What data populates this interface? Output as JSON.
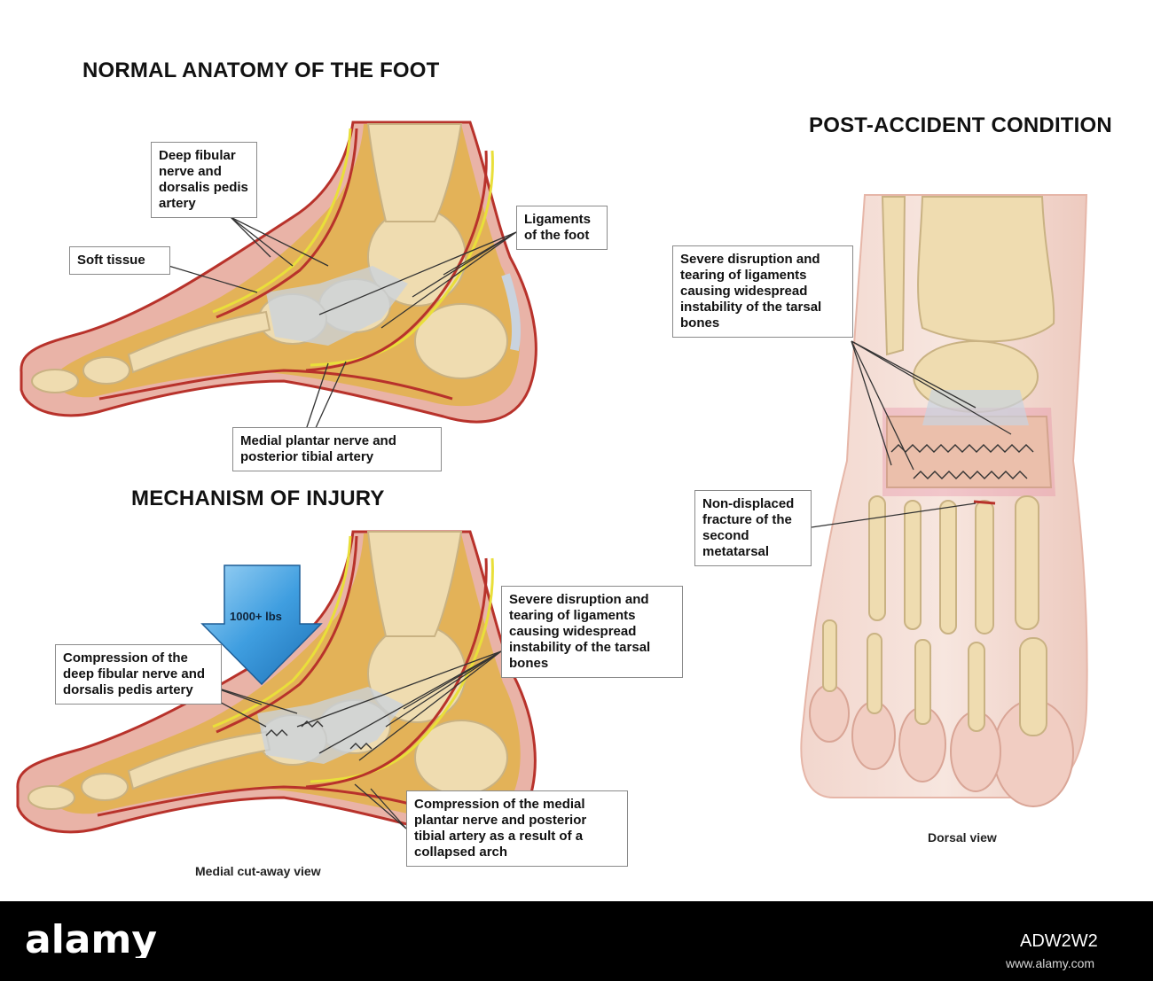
{
  "headings": {
    "normal": "NORMAL ANATOMY OF THE FOOT",
    "mechanism": "MECHANISM OF INJURY",
    "post": "POST-ACCIDENT CONDITION"
  },
  "normal_labels": {
    "deep_fibular": "Deep fibular nerve and dorsalis pedis artery",
    "soft_tissue": "Soft tissue",
    "ligaments": "Ligaments of the foot",
    "medial_plantar": "Medial plantar nerve and posterior tibial artery"
  },
  "mechanism_labels": {
    "force": "1000+ lbs",
    "compression_deep": "Compression of the deep fibular nerve and dorsalis pedis artery",
    "disruption": "Severe disruption and tearing of ligaments causing widespread instability of the tarsal bones",
    "compression_medial": "Compression of the medial plantar nerve and posterior tibial artery as a result of a collapsed arch"
  },
  "post_labels": {
    "disruption": "Severe disruption and tearing of ligaments causing widespread instability of the tarsal bones",
    "fracture": "Non-displaced fracture of the second metatarsal"
  },
  "captions": {
    "medial": "Medial cut-away view",
    "dorsal": "Dorsal view"
  },
  "watermark": {
    "logo_text": "alamy",
    "image_id": "ADW2W2",
    "url": "www.alamy.com"
  },
  "colors": {
    "skin": "#e9b3a7",
    "fat": "#e2b24a",
    "bone": "#efdcb0",
    "ligament": "#c9d3df",
    "nerve": "#e9df3a",
    "artery": "#b8322b",
    "arrow": "#3f9ee0"
  }
}
